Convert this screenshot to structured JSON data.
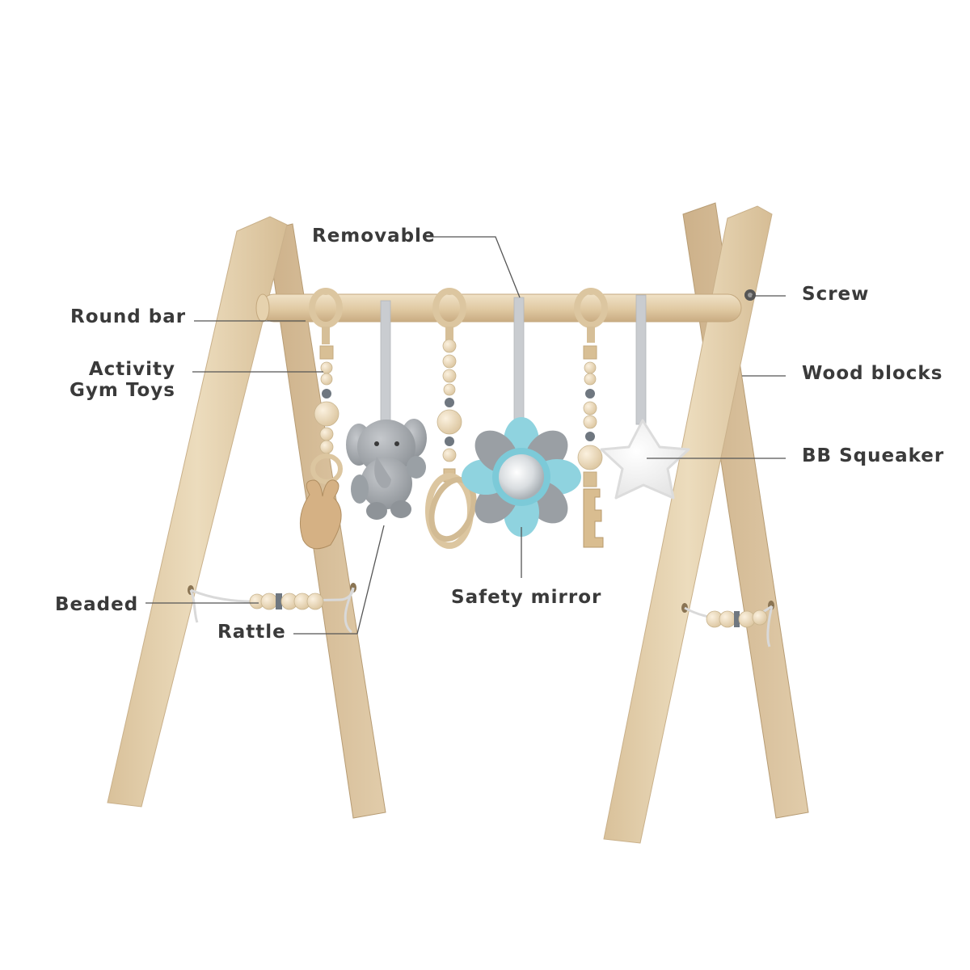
{
  "labels": {
    "removable": "Removable",
    "round_bar": "Round bar",
    "activity_line1": "Activity",
    "activity_line2": "Gym Toys",
    "screw": "Screw",
    "wood_blocks": "Wood blocks",
    "bb_squeaker": "BB Squeaker",
    "safety_mirror": "Safety mirror",
    "beaded": "Beaded",
    "rattle": "Rattle"
  },
  "colors": {
    "background": "#ffffff",
    "wood": "#e4cfab",
    "text": "#3a3a3a",
    "flower_petal": "#8fd3df",
    "flower_petal_grey": "#9a9fa4",
    "plush_grey": "#9ea3a8",
    "star": "#f4f4f4"
  },
  "toys": [
    "bunny-teether-icon",
    "elephant-plush-icon",
    "ring-teether-icon",
    "flower-mirror-icon",
    "wood-block-teether-icon",
    "star-squeaker-icon"
  ]
}
